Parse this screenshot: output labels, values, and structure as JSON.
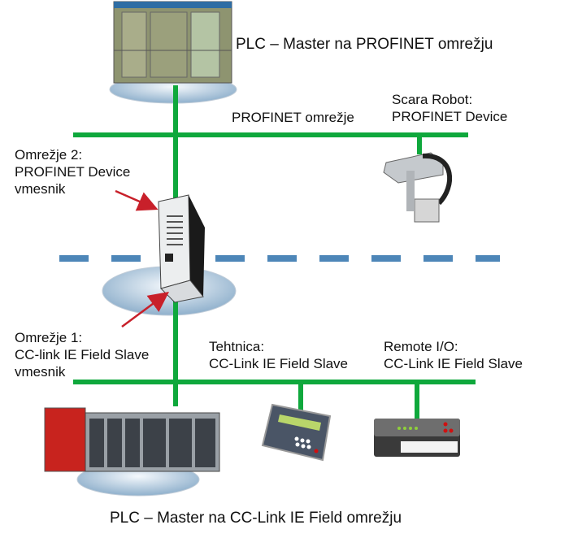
{
  "colors": {
    "network": "#0fa83c",
    "dashed": "#4d86b8",
    "arrow": "#c8202a",
    "shadow_ellipse": "#a9c3da"
  },
  "labels": {
    "plc_profinet_master": "PLC – Master na PROFINET omrežju",
    "profinet_network": "PROFINET omrežje",
    "scara_line1": "Scara Robot:",
    "scara_line2": "PROFINET Device",
    "net2_line1": "Omrežje 2:",
    "net2_line2": "PROFINET Device",
    "net2_line3": "vmesnik",
    "net1_line1": "Omrežje 1:",
    "net1_line2": "CC-link IE Field Slave",
    "net1_line3": "vmesnik",
    "scale_line1": "Tehtnica:",
    "scale_line2": "CC-Link IE Field Slave",
    "remote_line1": "Remote I/O:",
    "remote_line2": "CC-Link IE Field Slave",
    "plc_cclink_master": "PLC – Master na CC-Link IE Field omrežju"
  }
}
